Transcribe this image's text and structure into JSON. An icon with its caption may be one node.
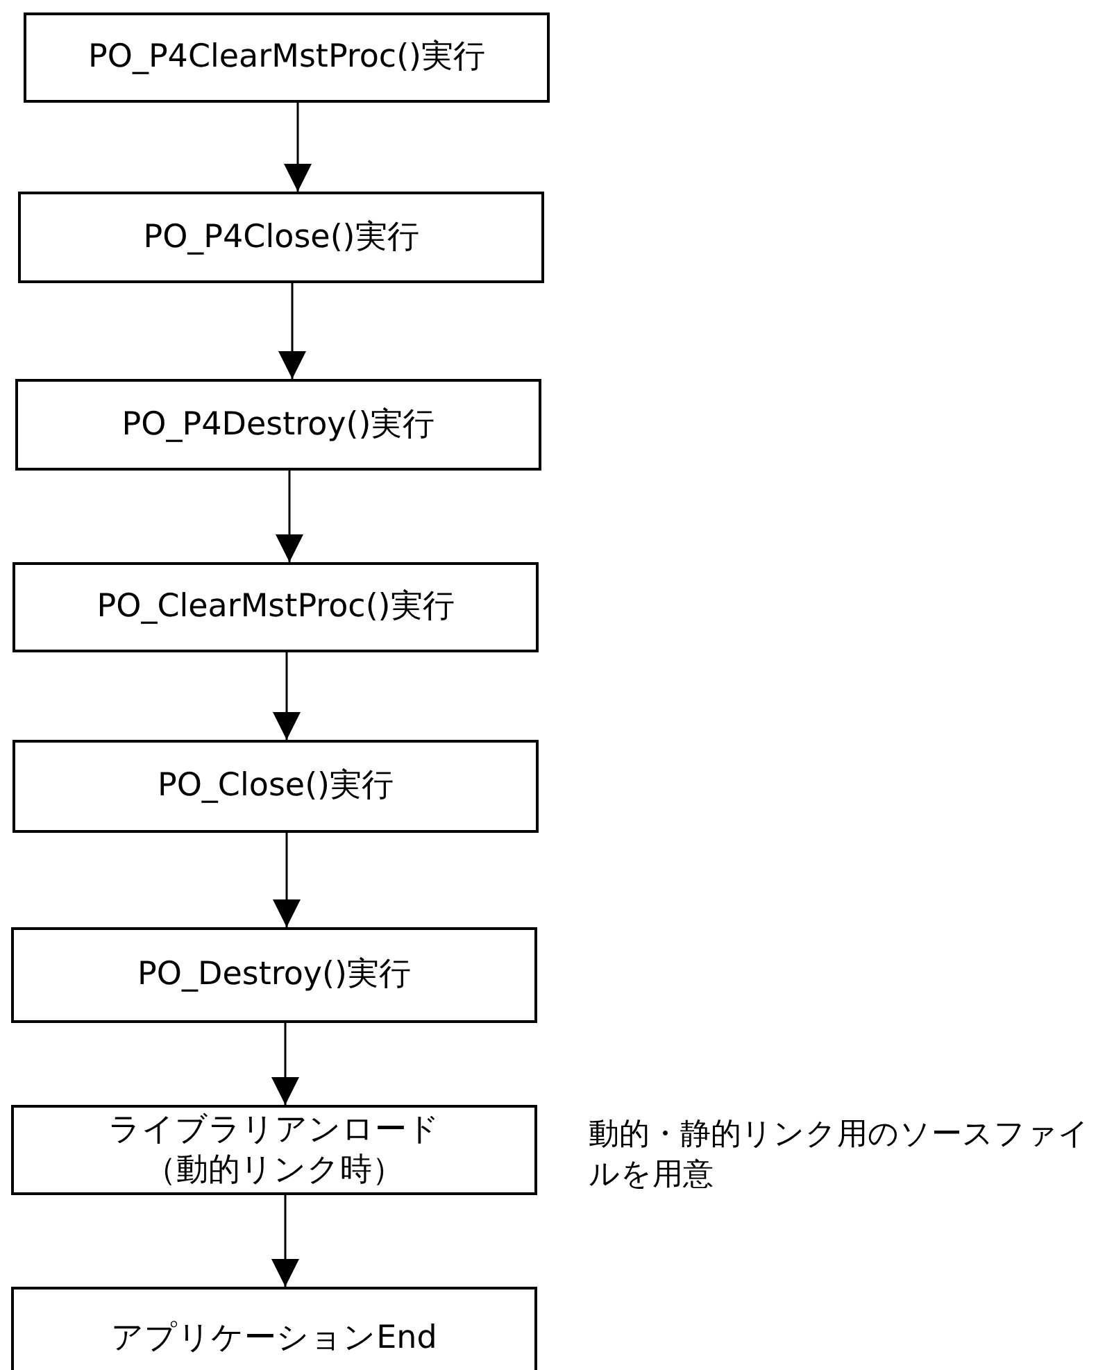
{
  "diagram": {
    "nodes": [
      {
        "text": [
          "PO_P4ClearMstProc()実行"
        ]
      },
      {
        "text": [
          "PO_P4Close()実行"
        ]
      },
      {
        "text": [
          "PO_P4Destroy()実行"
        ]
      },
      {
        "text": [
          "PO_ClearMstProc()実行"
        ]
      },
      {
        "text": [
          "PO_Close()実行"
        ]
      },
      {
        "text": [
          "PO_Destroy()実行"
        ]
      },
      {
        "text": [
          "ライブラリアンロード（動的リンク時）"
        ],
        "beside": [
          "動的・静的リンク用のソースファイルを用意"
        ]
      },
      {
        "text": [
          "アプリケーションEnd"
        ]
      }
    ],
    "edges": [
      {
        "from": 0,
        "to": 1,
        "arrow": "to"
      },
      {
        "from": 1,
        "to": 2,
        "arrow": "to"
      },
      {
        "from": 2,
        "to": 3,
        "arrow": "to"
      },
      {
        "from": 3,
        "to": 4,
        "arrow": "to"
      },
      {
        "from": 4,
        "to": 5,
        "arrow": "to"
      },
      {
        "from": 5,
        "to": 6,
        "arrow": "to"
      },
      {
        "from": 6,
        "to": 7,
        "arrow": "to"
      }
    ]
  }
}
